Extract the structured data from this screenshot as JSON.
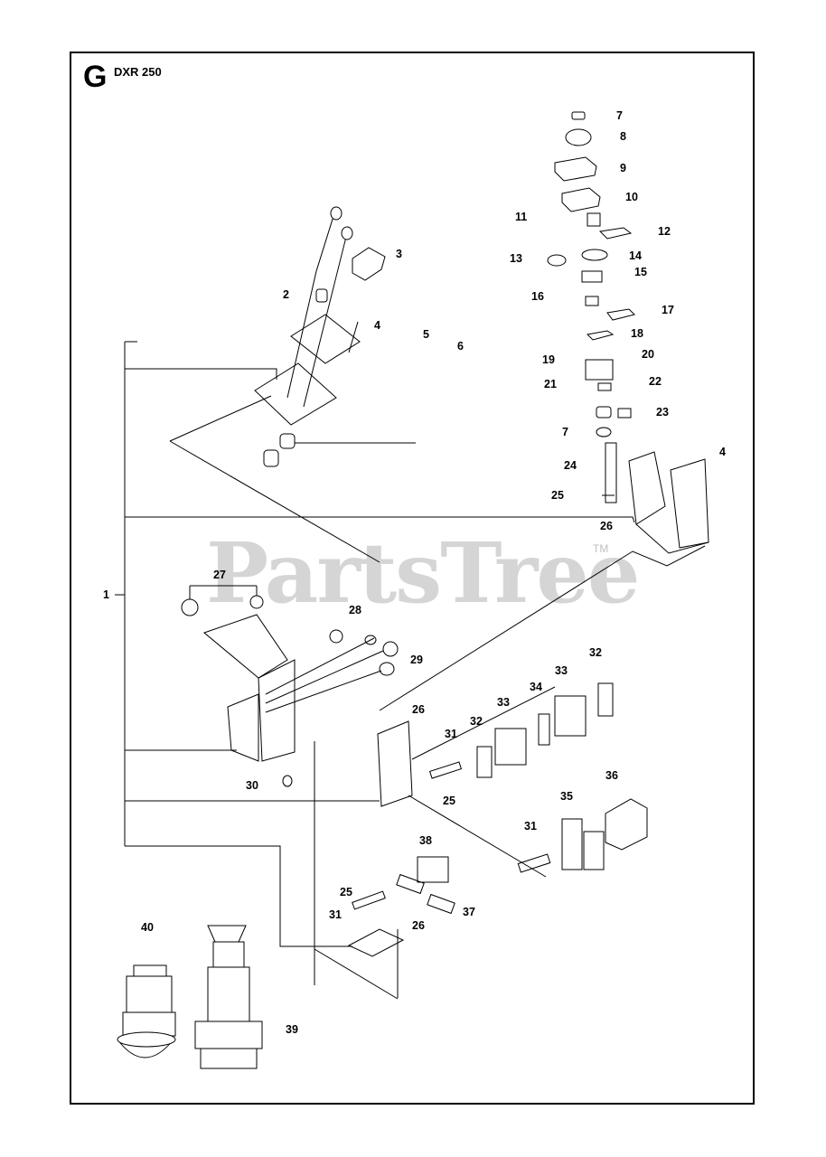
{
  "header": {
    "section_letter": "G",
    "model": "DXR 250"
  },
  "watermark": {
    "text": "PartsTree",
    "trademark": "TM"
  },
  "callouts": [
    "7",
    "8",
    "9",
    "10",
    "11",
    "12",
    "13",
    "14",
    "15",
    "16",
    "17",
    "18",
    "19",
    "20",
    "21",
    "22",
    "23",
    "7",
    "24",
    "4",
    "25",
    "26",
    "3",
    "2",
    "4",
    "5",
    "6",
    "1",
    "27",
    "28",
    "29",
    "26",
    "31",
    "32",
    "33",
    "34",
    "33",
    "32",
    "25",
    "30",
    "31",
    "35",
    "36",
    "38",
    "25",
    "31",
    "37",
    "26",
    "40",
    "39"
  ]
}
